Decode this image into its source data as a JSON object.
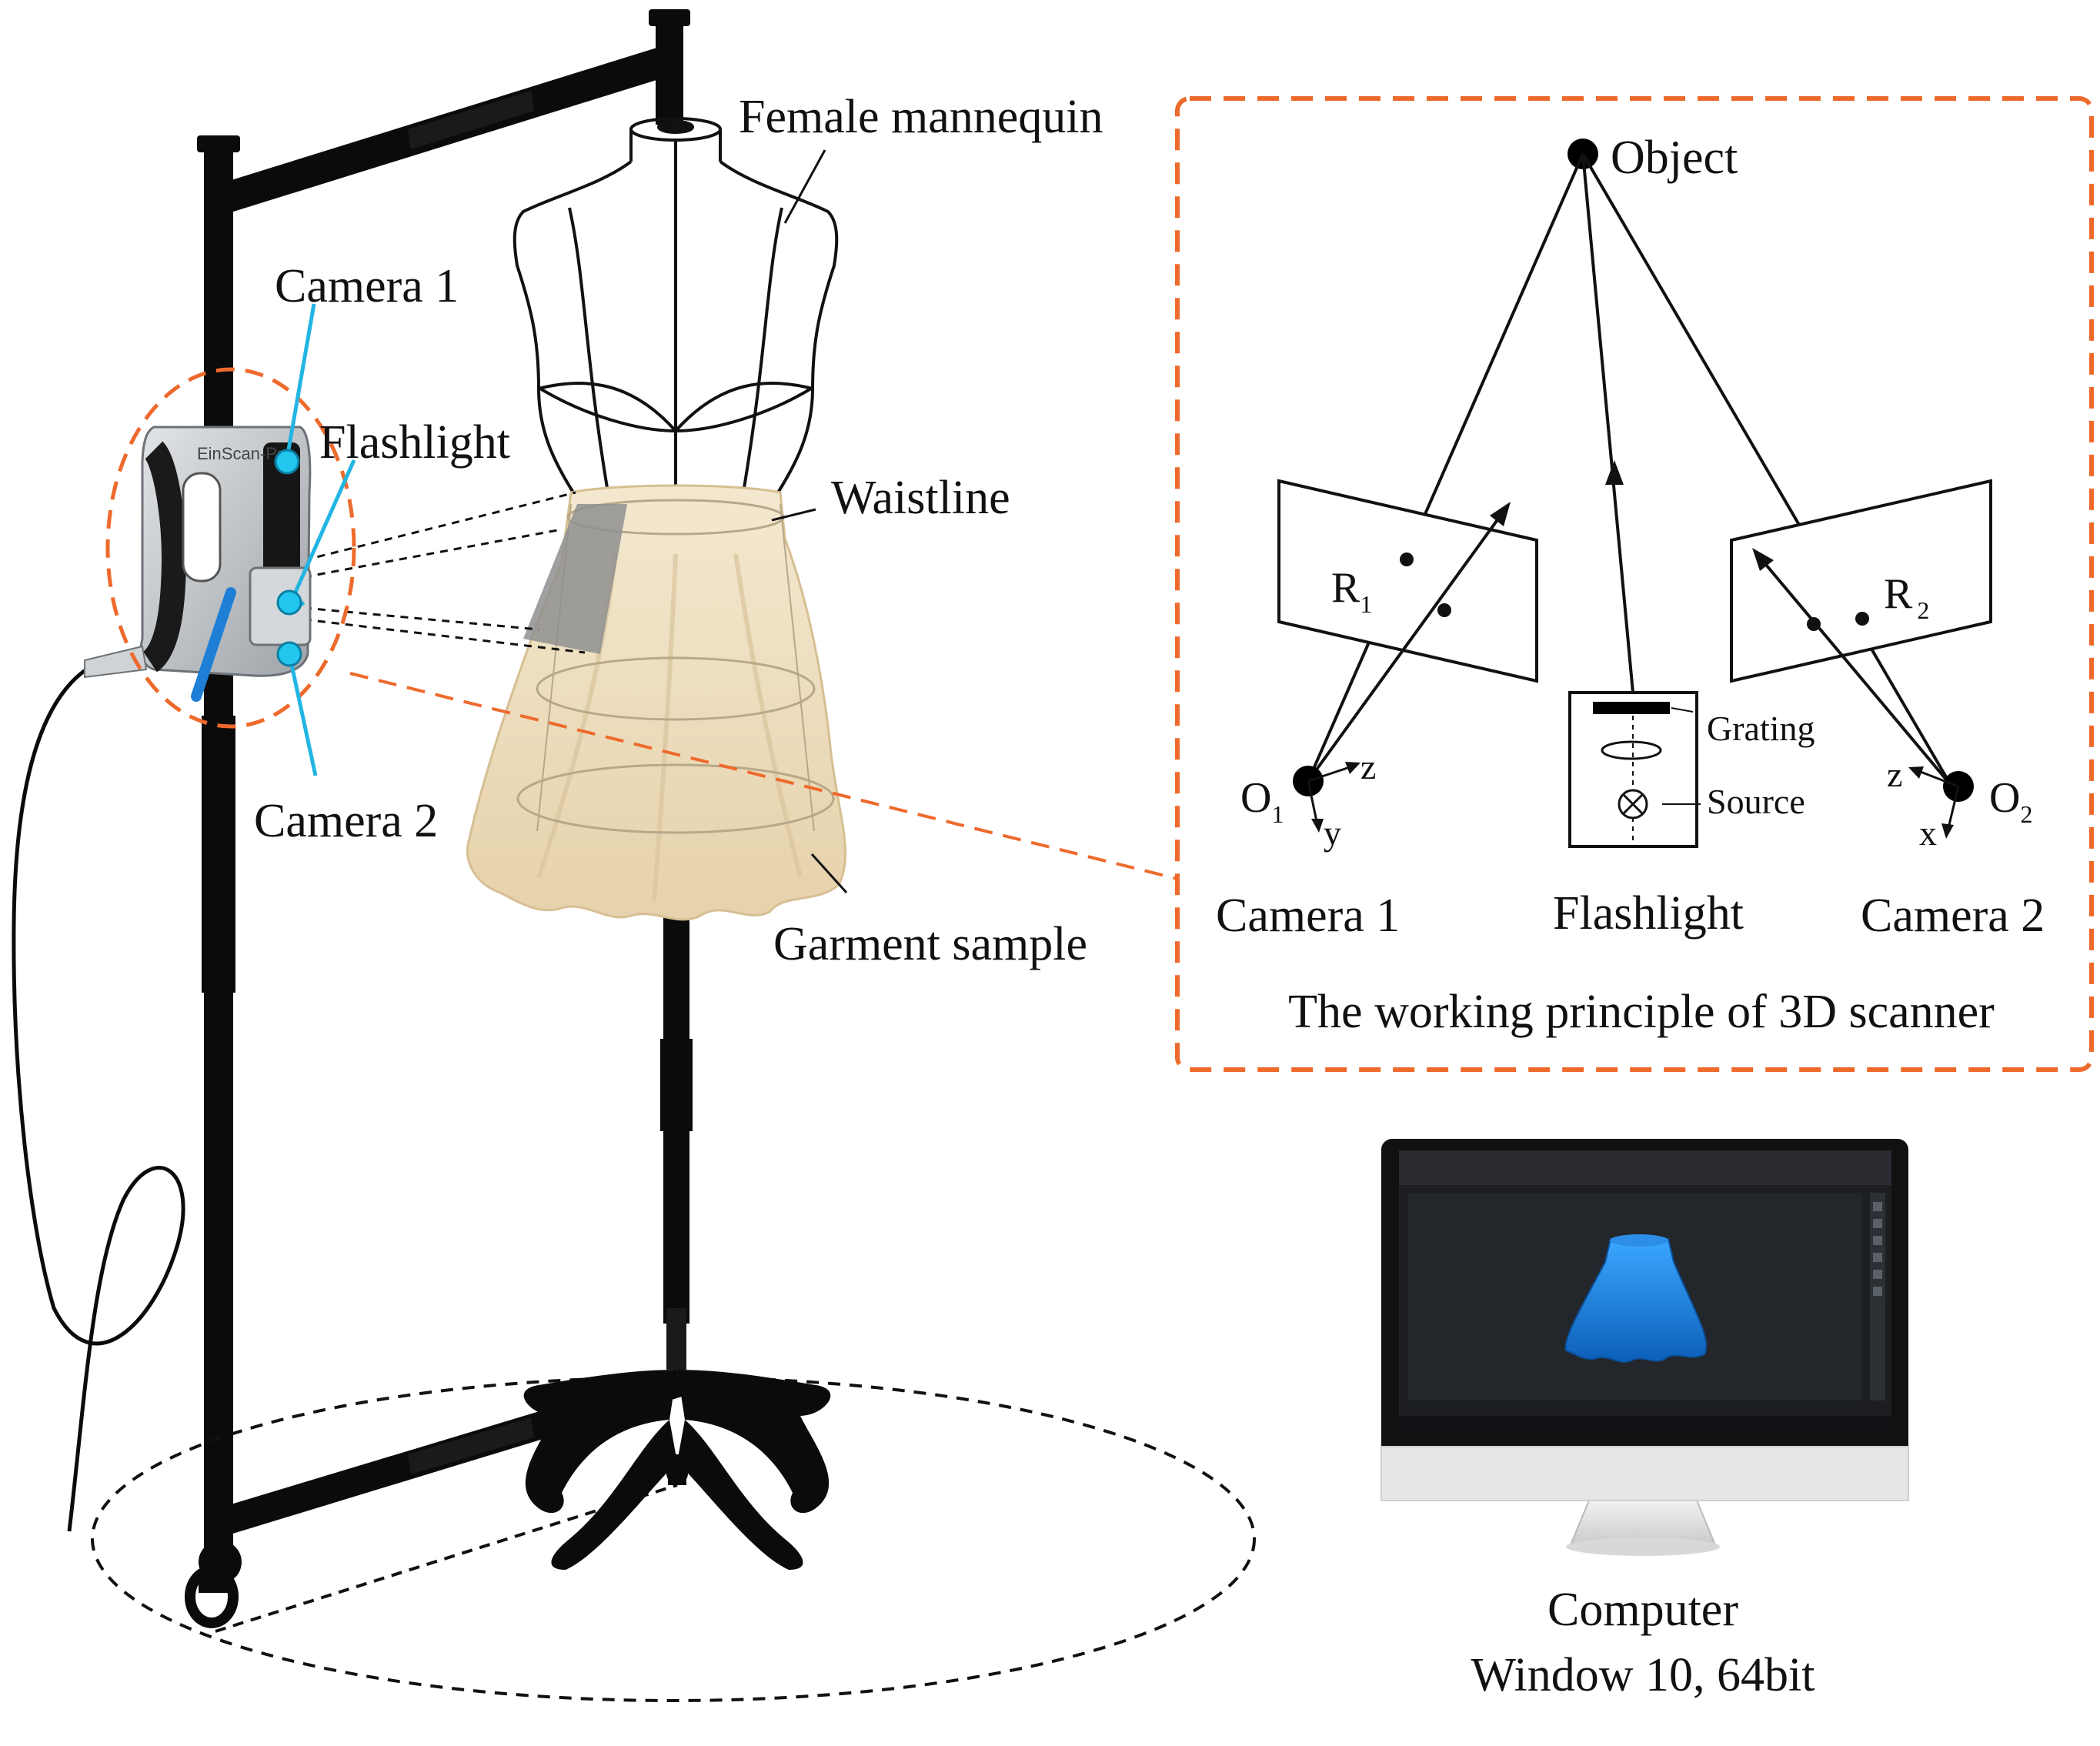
{
  "labels": {
    "female_mannequin": "Female mannequin",
    "camera1": "Camera 1",
    "flashlight": "Flashlight",
    "camera2": "Camera 2",
    "waistline": "Waistline",
    "garment_sample": "Garment sample"
  },
  "scanner": {
    "brand_text": "EinScan-Pro"
  },
  "principle": {
    "object": "Object",
    "r1": "R",
    "r1_sub": "1",
    "r2": "R",
    "r2_sub": "2",
    "o1": "O",
    "o1_sub": "1",
    "o2": "O",
    "o2_sub": "2",
    "axis_z1": "z",
    "axis_y1": "y",
    "axis_z2": "z",
    "axis_x2": "x",
    "grating": "Grating",
    "source": "Source",
    "camera1": "Camera 1",
    "flashlight": "Flashlight",
    "camera2": "Camera 2",
    "caption": "The working principle of 3D scanner"
  },
  "computer": {
    "line1": "Computer",
    "line2": "Window 10, 64bit"
  },
  "colors": {
    "accent_orange": "#ee6a2c",
    "callout_cyan": "#22b5e3",
    "skirt": "#efe2c6",
    "screen_skirt": "#1f8fe6"
  }
}
